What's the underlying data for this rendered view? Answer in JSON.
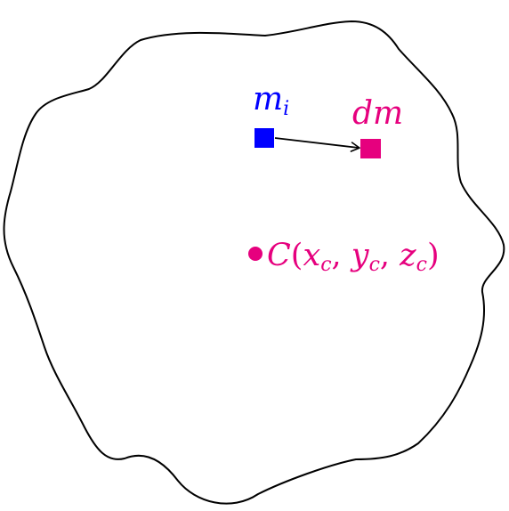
{
  "labels": {
    "mass_element": {
      "main": "m",
      "sub": "i"
    },
    "differential_mass": "dm",
    "center_of_mass": {
      "name": "C",
      "open": "(",
      "x": "x",
      "x_sub": "c",
      "comma1": ", ",
      "y": "y",
      "y_sub": "c",
      "comma2": ", ",
      "z": "z",
      "z_sub": "c",
      "close": ")"
    }
  },
  "colors": {
    "outline": "#000000",
    "mass_element": "#0000ff",
    "differential_mass": "#e6007e",
    "center_of_mass": "#e6007e",
    "arrow": "#000000",
    "background": "#ffffff"
  }
}
